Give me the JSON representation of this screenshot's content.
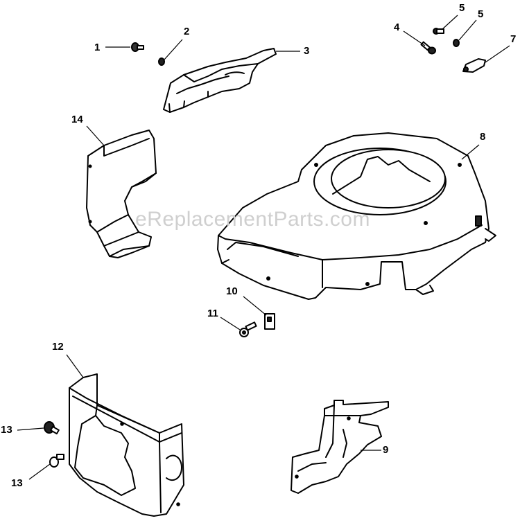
{
  "diagram": {
    "watermark": "eReplacementParts.com",
    "callouts": [
      {
        "id": "c1",
        "label": "1"
      },
      {
        "id": "c2",
        "label": "2"
      },
      {
        "id": "c3",
        "label": "3"
      },
      {
        "id": "c4",
        "label": "4"
      },
      {
        "id": "c5a",
        "label": "5"
      },
      {
        "id": "c5b",
        "label": "5"
      },
      {
        "id": "c7",
        "label": "7"
      },
      {
        "id": "c8",
        "label": "8"
      },
      {
        "id": "c14",
        "label": "14"
      },
      {
        "id": "c10",
        "label": "10"
      },
      {
        "id": "c11",
        "label": "11"
      },
      {
        "id": "c12",
        "label": "12"
      },
      {
        "id": "c13a",
        "label": "13"
      },
      {
        "id": "c13b",
        "label": "13"
      },
      {
        "id": "c9",
        "label": "9"
      }
    ]
  }
}
